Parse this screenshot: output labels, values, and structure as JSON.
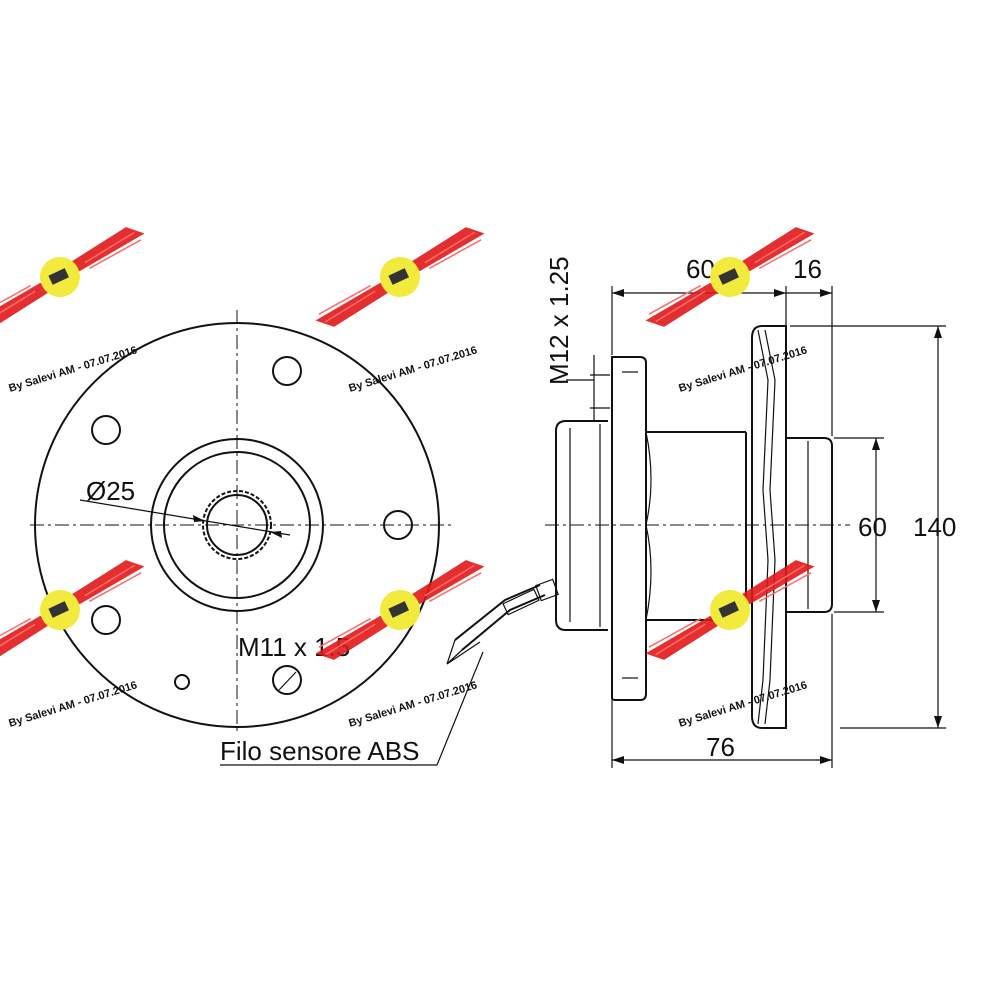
{
  "labels": {
    "dia_25": "Ø25",
    "thread_bolt": "M11 x 1.5",
    "abs_wire": "Filo sensore ABS",
    "thread_stud": "M12 x 1.25",
    "dim_60_top": "60",
    "dim_16": "16",
    "dim_60_side": "60",
    "dim_140": "140",
    "dim_76": "76"
  },
  "watermark": {
    "text": "By Salevi AM - 07.07.2016",
    "colors": {
      "wing": "#e01818",
      "disc": "#f2ea3c"
    }
  }
}
